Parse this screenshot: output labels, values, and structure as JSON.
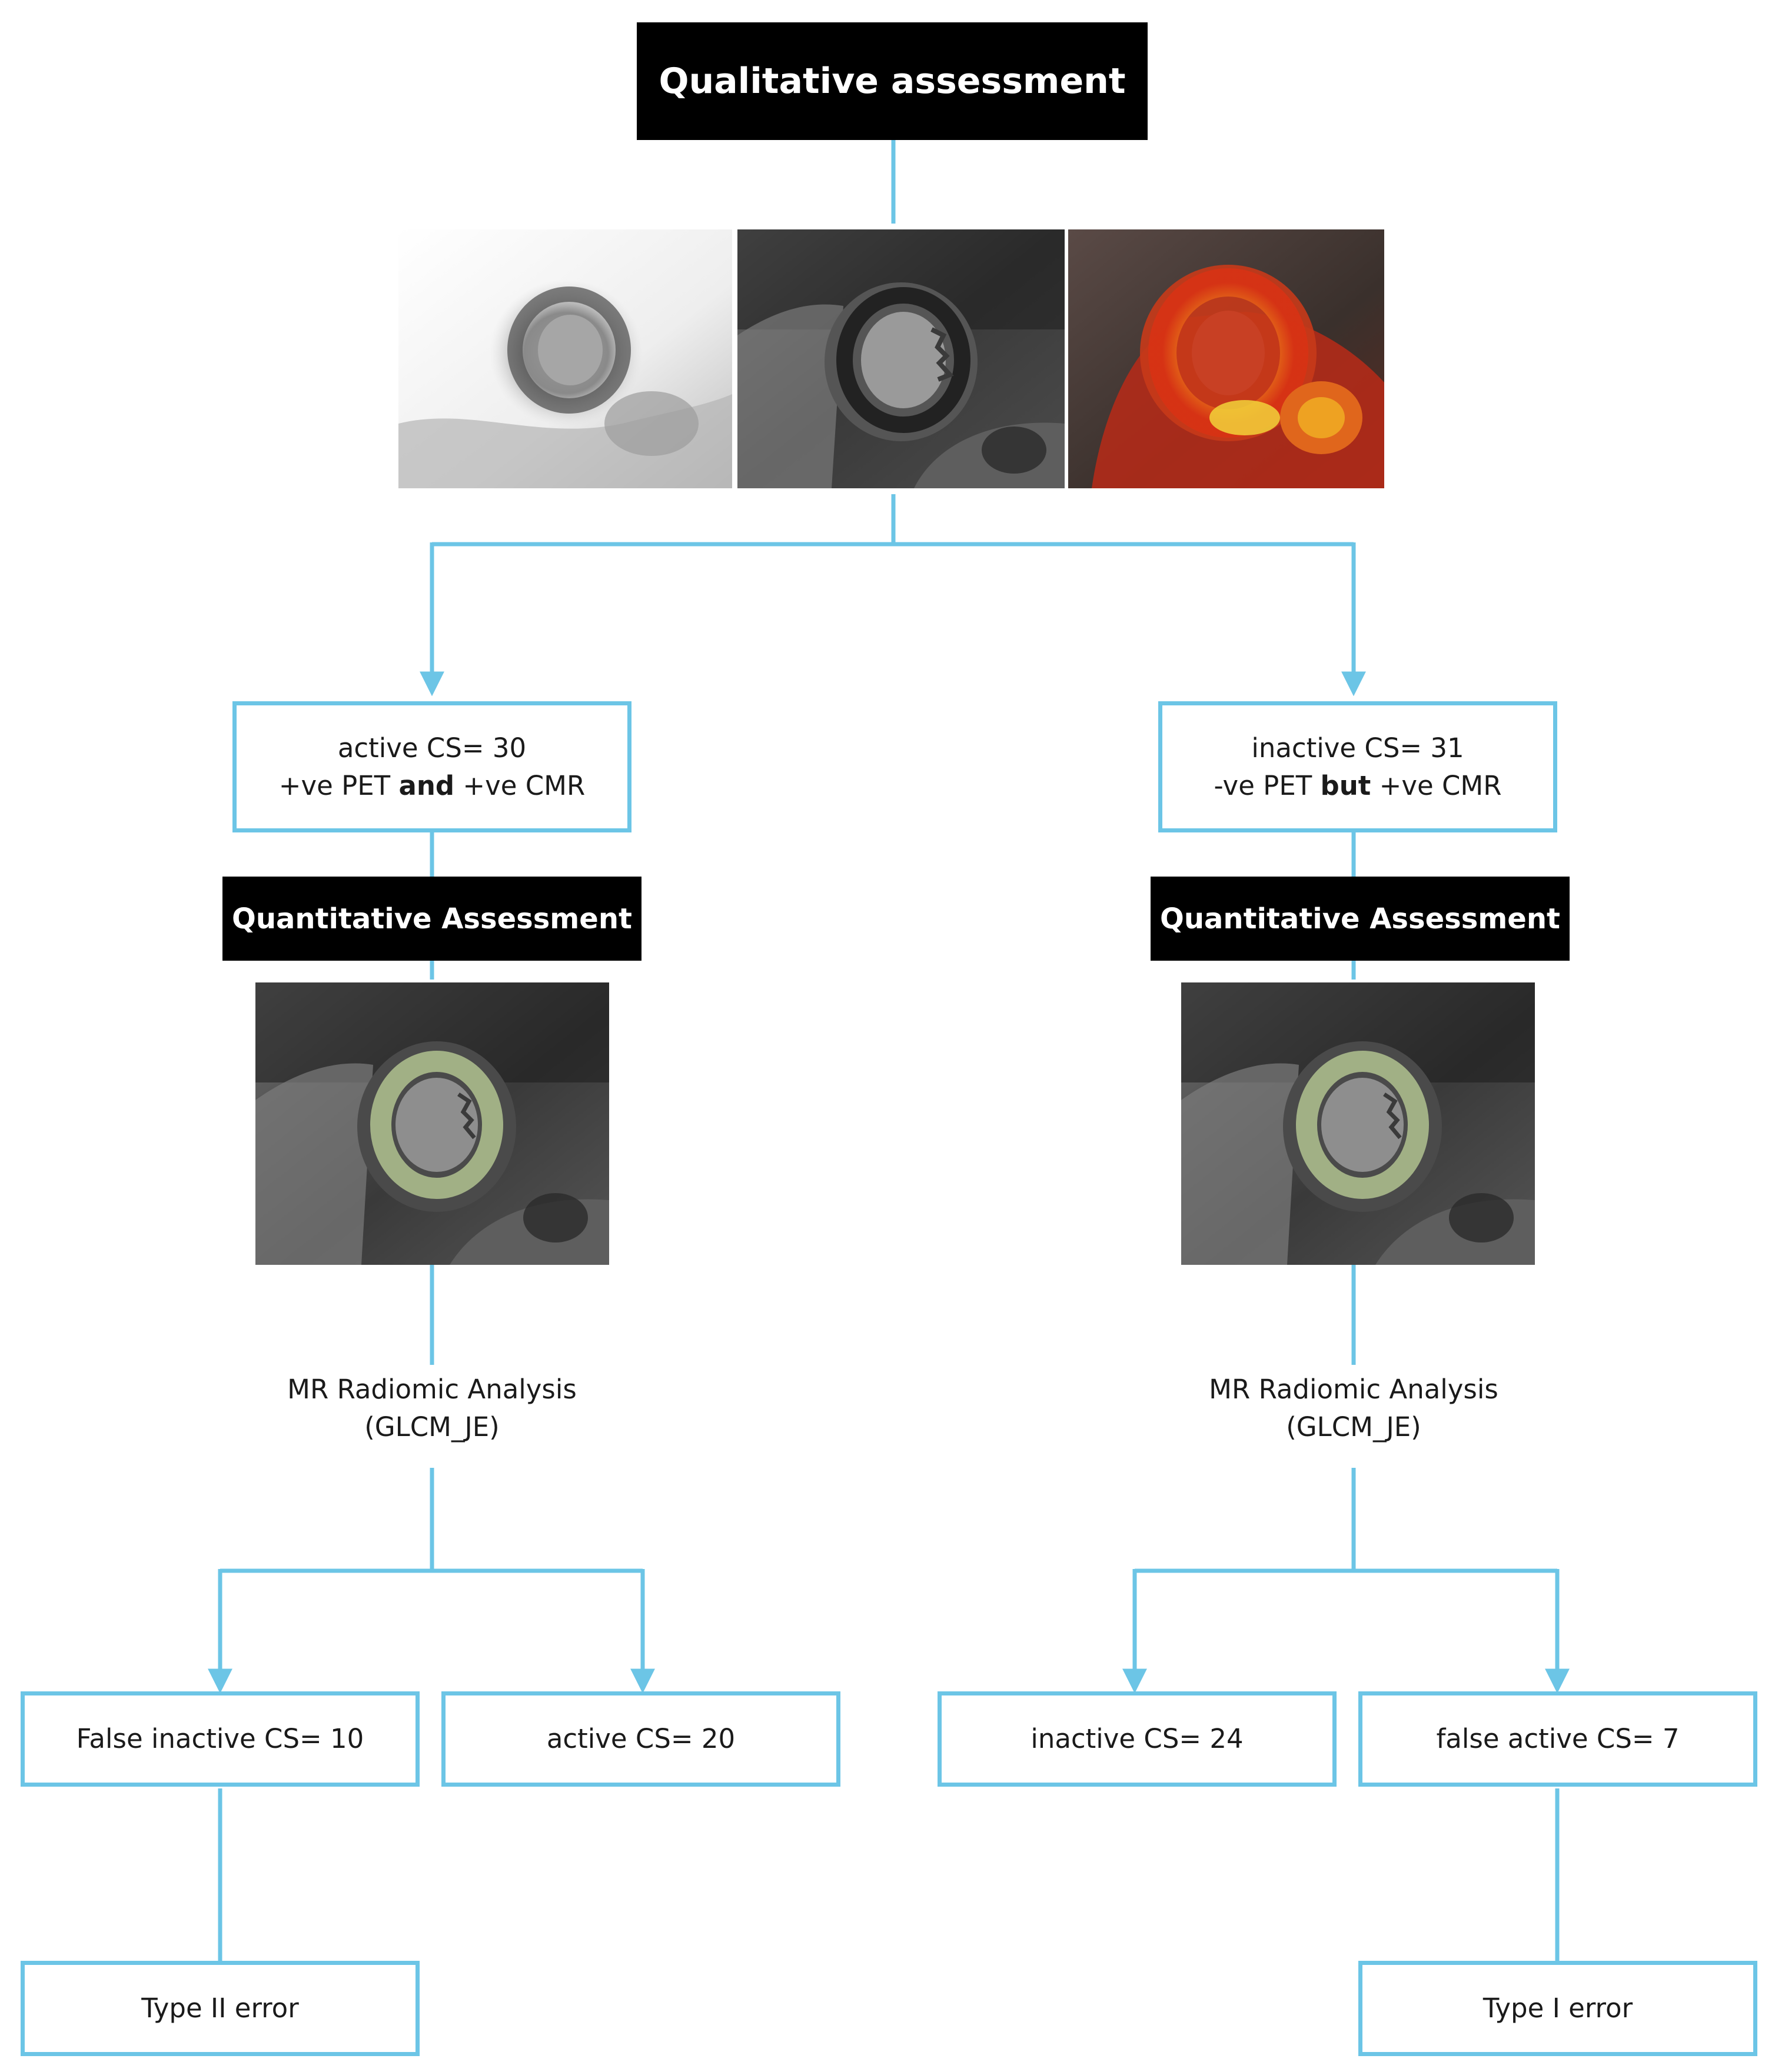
{
  "diagram": {
    "title": "Qualitative assessment",
    "branches": [
      {
        "id": "left",
        "group_line1": "active CS= 30",
        "group_line2": {
          "pre": "+ve PET ",
          "bold": "and",
          "post": " +ve CMR"
        },
        "quant_label": "Quantitative Assessment",
        "analysis_line1": "MR Radiomic Analysis",
        "analysis_line2": "(GLCM_JE)",
        "outcomes": [
          "False inactive CS= 10",
          "active CS= 20"
        ],
        "error": "Type II error"
      },
      {
        "id": "right",
        "group_line1": "inactive CS= 31",
        "group_line2": {
          "pre": "-ve PET ",
          "bold": "but",
          "post": " +ve CMR"
        },
        "quant_label": "Quantitative Assessment",
        "analysis_line1": "MR Radiomic Analysis",
        "analysis_line2": "(GLCM_JE)",
        "outcomes": [
          "inactive CS= 24",
          "false active CS= 7"
        ],
        "error": "Type I error"
      }
    ],
    "colors": {
      "connector": "#6cc5e6",
      "box_border": "#6cc5e6",
      "title_bg": "#000000",
      "roi_ring": "#a8b88a",
      "pet_hot": "#e8d020"
    }
  }
}
